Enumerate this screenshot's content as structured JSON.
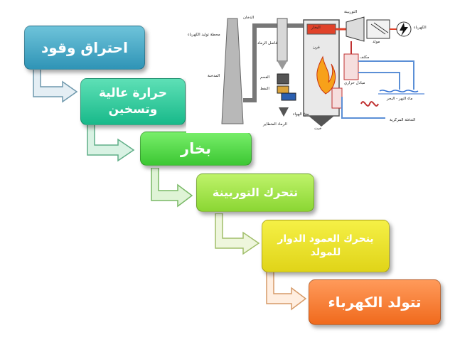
{
  "steps": [
    {
      "label": "احتراق وقود",
      "color": "#3aa6c4"
    },
    {
      "label": "حرارة عالية وتسخين",
      "color": "#24c596"
    },
    {
      "label": "بخار",
      "color": "#49cf3f"
    },
    {
      "label": "تتحرك التوربينة",
      "color": "#98dd42"
    },
    {
      "label": "يتحرك العمود الدوار للمولد",
      "color": "#e6da22"
    },
    {
      "label": "تتولد الكهرباء",
      "color": "#f37a2c"
    }
  ],
  "schematic": {
    "labels": {
      "chimney": "المدخنة",
      "plant": "محطة توليد الكهرباء",
      "smoke": "الدخان",
      "ash_separator": "فاصل الرماد",
      "coal": "الفحم",
      "oil": "النفط",
      "air_pump": "ضخ الهواء",
      "fly_ash": "الرماد المتطاير",
      "steam": "البخار",
      "furnace": "فرن",
      "slag": "خبث",
      "turbine": "التوربينة",
      "generator": "مولد",
      "electricity": "الكهرباء",
      "condenser": "مكثف",
      "heat_exchanger": "مبادل حراري",
      "water": "ماء النهر - البحر",
      "cooling": "التدفئة المركزية"
    }
  }
}
